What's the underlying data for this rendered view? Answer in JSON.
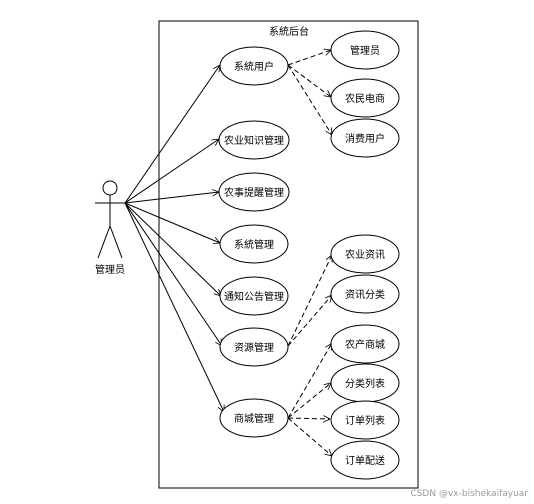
{
  "diagram": {
    "system_title": "系統后台",
    "actor": {
      "name": "管理员"
    },
    "use_cases": {
      "sys_user": "系統用户",
      "agri_knowledge": "农业知识管理",
      "farm_reminder": "农事提醒管理",
      "sys_manage": "系統管理",
      "notice_manage": "通知公告管理",
      "resource_manage": "资源管理",
      "mall_manage": "商城管理",
      "admin": "管理员",
      "farmer_ecom": "农民电商",
      "consumer": "消费用户",
      "agri_news": "农业资讯",
      "news_category": "资讯分类",
      "farm_mall": "农产商城",
      "category_list": "分类列表",
      "order_list": "订单列表",
      "order_delivery": "订单配送"
    }
  },
  "watermark": "CSDN @vx-bishekaifayuar"
}
